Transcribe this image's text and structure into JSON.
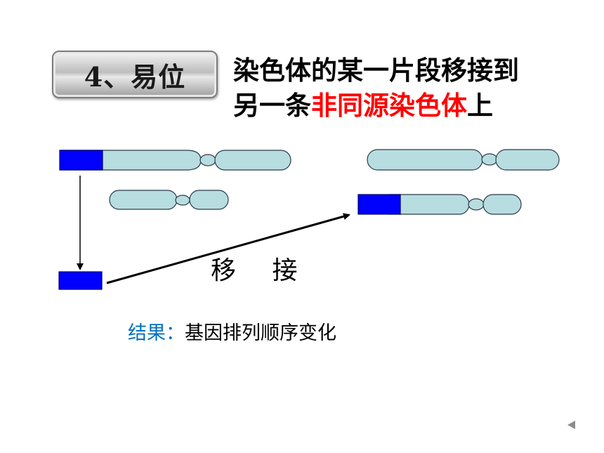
{
  "title": {
    "badge": "4、易位"
  },
  "heading": {
    "line1": "染色体的某一片段移接到",
    "line2_prefix": "另一条",
    "line2_emphasis": "非同源染色体",
    "line2_suffix": "上"
  },
  "diagram": {
    "label_move": "移 接",
    "colors": {
      "chromosome_fill": "#b7dde0",
      "segment_fill": "#0000ff",
      "outline": "#2b3a4a"
    }
  },
  "result": {
    "key": "结果：",
    "text": "基因排列顺序变化"
  },
  "nav": {
    "icon": "triangle-left-icon"
  }
}
